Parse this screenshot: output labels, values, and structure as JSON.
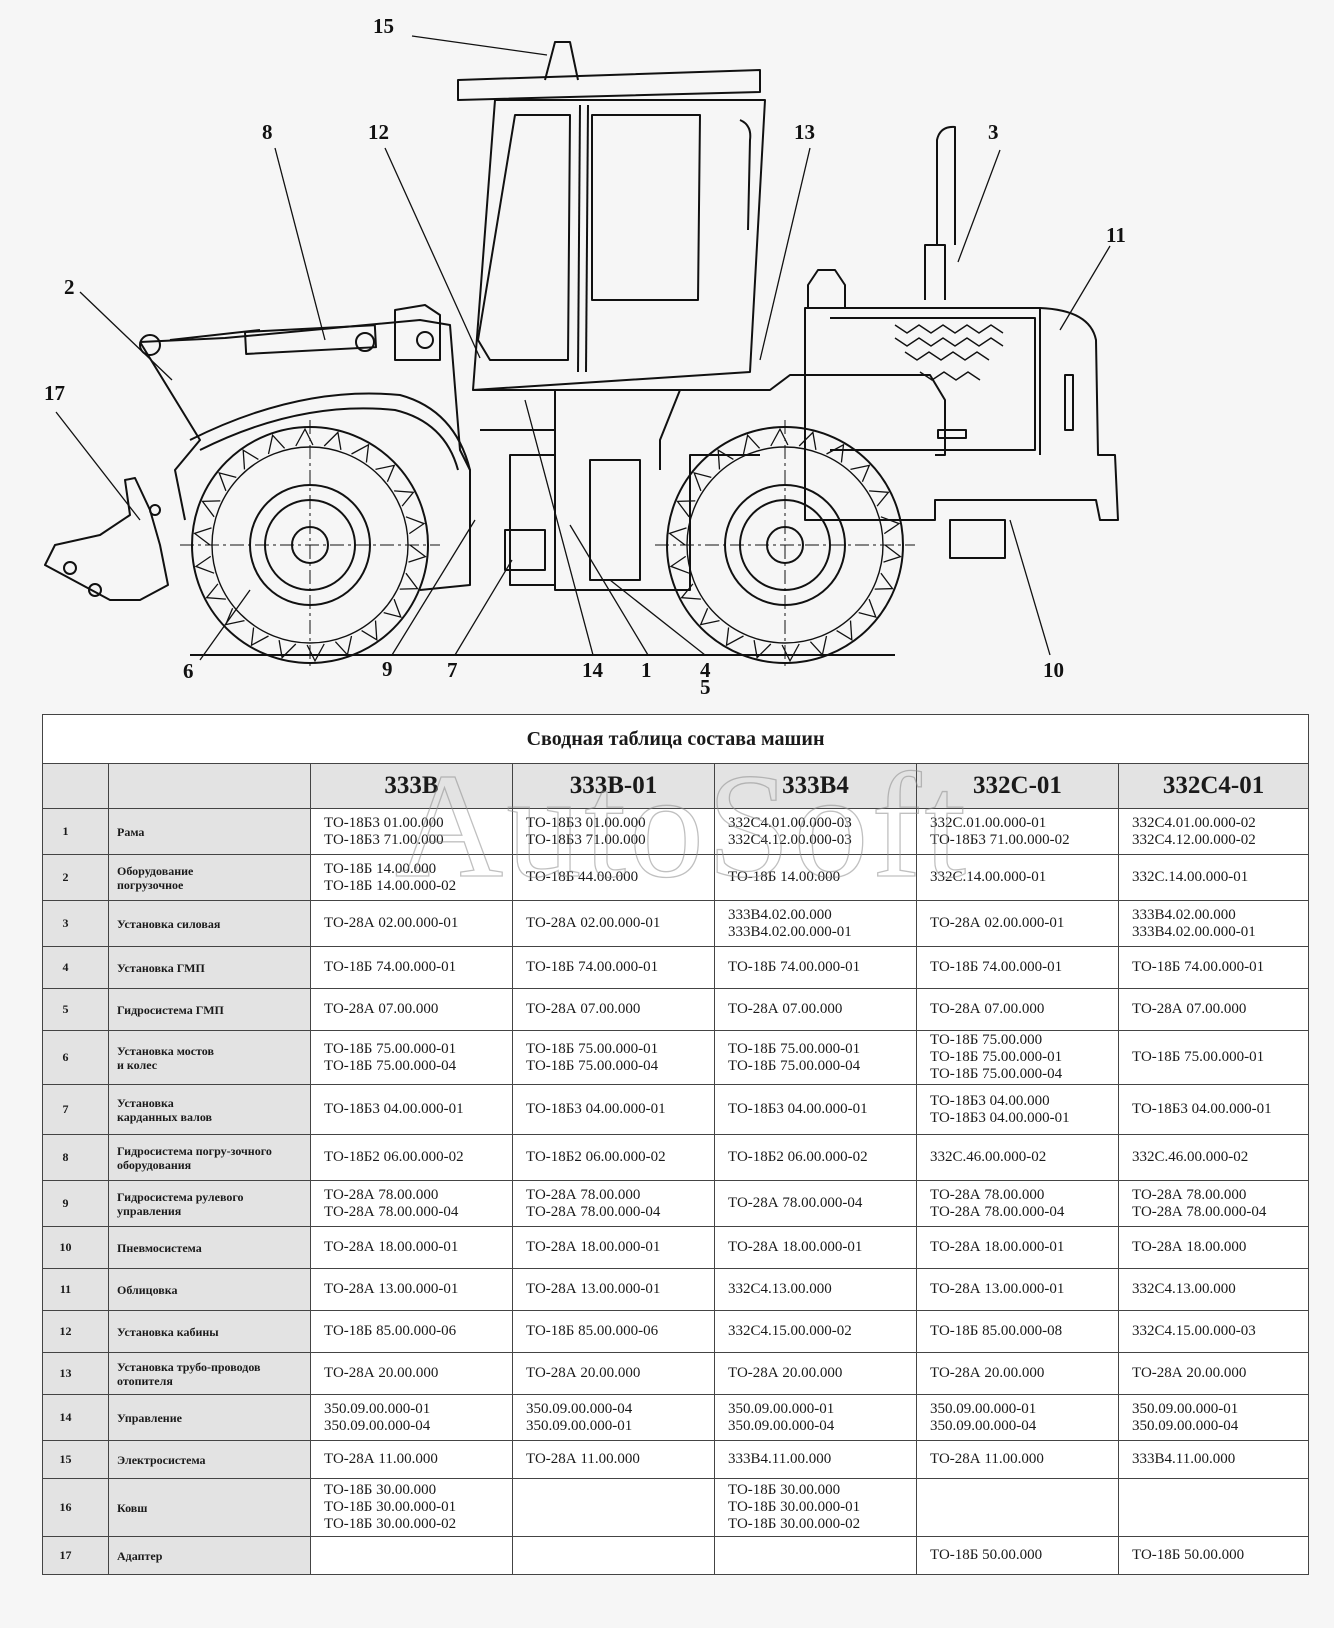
{
  "callouts": [
    "15",
    "8",
    "12",
    "13",
    "3",
    "11",
    "2",
    "17",
    "6",
    "9",
    "7",
    "14",
    "1",
    "4",
    "5",
    "10"
  ],
  "table": {
    "title": "Сводная таблица состава машин",
    "models": [
      "333В",
      "333В-01",
      "333В4",
      "332С-01",
      "332С4-01"
    ],
    "rows": [
      {
        "n": "1",
        "name": "Рама",
        "v": [
          "ТО-18Б3 01.00.000\nТО-18Б3 71.00.000",
          "ТО-18Б3 01.00.000\nТО-18Б3 71.00.000",
          "332С4.01.00.000-03\n332С4.12.00.000-03",
          "332С.01.00.000-01\nТО-18Б3 71.00.000-02",
          "332С4.01.00.000-02\n332С4.12.00.000-02"
        ]
      },
      {
        "n": "2",
        "name": "Оборудование\nпогрузочное",
        "v": [
          "ТО-18Б 14.00.000\nТО-18Б 14.00.000-02",
          "ТО-18Б 44.00.000",
          "ТО-18Б 14.00.000",
          "332С.14.00.000-01",
          "332С.14.00.000-01"
        ]
      },
      {
        "n": "3",
        "name": "Установка силовая",
        "v": [
          "ТО-28А 02.00.000-01",
          "ТО-28А 02.00.000-01",
          "333В4.02.00.000\n333В4.02.00.000-01",
          "ТО-28А 02.00.000-01",
          "333В4.02.00.000\n333В4.02.00.000-01"
        ]
      },
      {
        "n": "4",
        "name": "Установка ГМП",
        "v": [
          "ТО-18Б 74.00.000-01",
          "ТО-18Б 74.00.000-01",
          "ТО-18Б 74.00.000-01",
          "ТО-18Б 74.00.000-01",
          "ТО-18Б 74.00.000-01"
        ]
      },
      {
        "n": "5",
        "name": "Гидросистема ГМП",
        "v": [
          "ТО-28А 07.00.000",
          "ТО-28А 07.00.000",
          "ТО-28А 07.00.000",
          "ТО-28А 07.00.000",
          "ТО-28А 07.00.000"
        ]
      },
      {
        "n": "6",
        "name": "Установка мостов\n и колес",
        "v": [
          "ТО-18Б 75.00.000-01\nТО-18Б 75.00.000-04",
          "ТО-18Б 75.00.000-01\nТО-18Б 75.00.000-04",
          "ТО-18Б 75.00.000-01\nТО-18Б 75.00.000-04",
          "ТО-18Б 75.00.000\nТО-18Б 75.00.000-01\nТО-18Б 75.00.000-04",
          "ТО-18Б 75.00.000-01"
        ]
      },
      {
        "n": "7",
        "name": "Установка\nкарданных валов",
        "v": [
          "ТО-18Б3 04.00.000-01",
          "ТО-18Б3 04.00.000-01",
          "ТО-18Б3 04.00.000-01",
          "ТО-18Б3 04.00.000\nТО-18Б3 04.00.000-01",
          "ТО-18Б3 04.00.000-01"
        ]
      },
      {
        "n": "8",
        "name": "Гидросистема погру-зочного\nоборудования",
        "v": [
          "ТО-18Б2 06.00.000-02",
          "ТО-18Б2 06.00.000-02",
          "ТО-18Б2 06.00.000-02",
          "332С.46.00.000-02",
          "332С.46.00.000-02"
        ]
      },
      {
        "n": "9",
        "name": "Гидросистема рулевого\nуправления",
        "v": [
          "ТО-28А 78.00.000\nТО-28А 78.00.000-04",
          "ТО-28А 78.00.000\nТО-28А 78.00.000-04",
          "ТО-28А 78.00.000-04",
          "ТО-28А 78.00.000\nТО-28А 78.00.000-04",
          "ТО-28А 78.00.000\nТО-28А 78.00.000-04"
        ]
      },
      {
        "n": "10",
        "name": "Пневмосистема",
        "v": [
          "ТО-28А 18.00.000-01",
          "ТО-28А 18.00.000-01",
          "ТО-28А 18.00.000-01",
          "ТО-28А 18.00.000-01",
          "ТО-28А 18.00.000"
        ]
      },
      {
        "n": "11",
        "name": "Облицовка",
        "v": [
          "ТО-28А 13.00.000-01",
          "ТО-28А 13.00.000-01",
          "332С4.13.00.000",
          "ТО-28А 13.00.000-01",
          "332С4.13.00.000"
        ]
      },
      {
        "n": "12",
        "name": "Установка кабины",
        "v": [
          "ТО-18Б 85.00.000-06",
          "ТО-18Б 85.00.000-06",
          "332С4.15.00.000-02",
          "ТО-18Б 85.00.000-08",
          "332С4.15.00.000-03"
        ]
      },
      {
        "n": "13",
        "name": "Установка трубо-проводов\nотопителя",
        "v": [
          "ТО-28А 20.00.000",
          "ТО-28А 20.00.000",
          "ТО-28А 20.00.000",
          "ТО-28А 20.00.000",
          "ТО-28А 20.00.000"
        ]
      },
      {
        "n": "14",
        "name": "Управление",
        "v": [
          "350.09.00.000-01\n350.09.00.000-04",
          "350.09.00.000-04\n350.09.00.000-01",
          "350.09.00.000-01\n350.09.00.000-04",
          "350.09.00.000-01\n350.09.00.000-04",
          "350.09.00.000-01\n350.09.00.000-04"
        ]
      },
      {
        "n": "15",
        "name": "Электросистема",
        "v": [
          "ТО-28А 11.00.000",
          "ТО-28А 11.00.000",
          "333В4.11.00.000",
          "ТО-28А 11.00.000",
          "333В4.11.00.000"
        ]
      },
      {
        "n": "16",
        "name": "Ковш",
        "v": [
          "ТО-18Б 30.00.000\nТО-18Б 30.00.000-01\nТО-18Б 30.00.000-02",
          "",
          "ТО-18Б 30.00.000\nТО-18Б 30.00.000-01\nТО-18Б 30.00.000-02",
          "",
          ""
        ]
      },
      {
        "n": "17",
        "name": "Адаптер",
        "v": [
          "",
          "",
          "",
          "ТО-18Б 50.00.000",
          "ТО-18Б 50.00.000"
        ]
      }
    ]
  }
}
